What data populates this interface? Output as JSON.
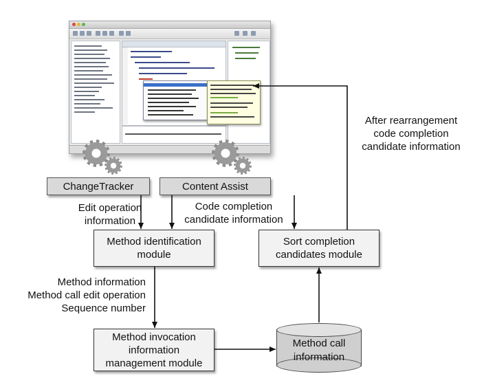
{
  "boxes": {
    "change_tracker": "ChangeTracker",
    "content_assist": "Content Assist",
    "method_identification": [
      "Method identification",
      "module"
    ],
    "sort_completion": [
      "Sort completion",
      "candidates module"
    ],
    "method_invocation": [
      "Method invocation",
      "information",
      "management module"
    ],
    "method_call_db": [
      "Method call",
      "information"
    ]
  },
  "labels": {
    "edit_operation": [
      "Edit operation",
      "information"
    ],
    "code_completion": [
      "Code completion",
      "candidate information"
    ],
    "after_rearrangement": [
      "After rearrangement",
      "code completion",
      "candidate information"
    ],
    "method_info": [
      "Method information",
      "Method call edit operation",
      "Sequence number"
    ]
  },
  "colors": {
    "box_fill": "#f2f2f2",
    "header_fill": "#d9d9d9",
    "db_fill": "#cfcfcf",
    "line": "#111111"
  },
  "icons": [
    "eclipse-ide-screenshot",
    "gear-icon",
    "gear-icon"
  ]
}
